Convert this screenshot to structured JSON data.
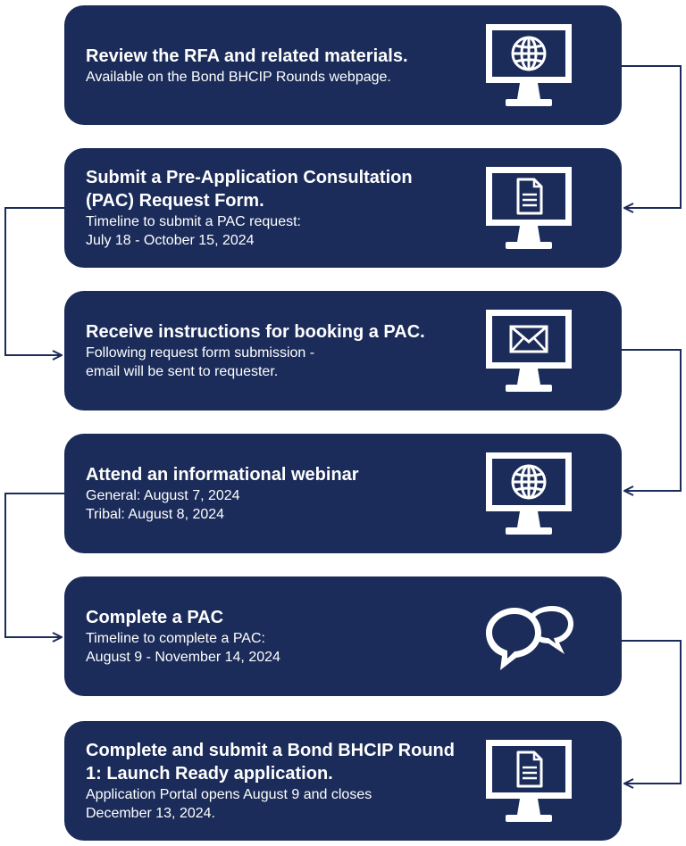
{
  "steps": [
    {
      "title": "Review the RFA and related materials.",
      "desc": [
        "Available on the Bond BHCIP Rounds webpage."
      ],
      "icon": "globe-monitor-icon"
    },
    {
      "title": "Submit a Pre-Application Consultation (PAC) Request Form.",
      "desc": [
        "Timeline to submit a PAC request:",
        "July 18 - October 15, 2024"
      ],
      "icon": "document-monitor-icon"
    },
    {
      "title": "Receive instructions for booking a PAC.",
      "desc": [
        "Following request form submission -",
        "email will be sent to requester."
      ],
      "icon": "envelope-monitor-icon"
    },
    {
      "title": "Attend an informational webinar",
      "desc": [
        "General: August 7, 2024",
        "Tribal: August 8, 2024"
      ],
      "icon": "globe-monitor-icon"
    },
    {
      "title": "Complete a PAC",
      "desc": [
        "Timeline to complete a PAC:",
        "August 9 - November 14, 2024"
      ],
      "icon": "chat-bubbles-icon"
    },
    {
      "title": "Complete and submit a Bond BHCIP Round 1: Launch Ready application.",
      "desc": [
        "Application Portal opens August 9 and closes",
        "December 13, 2024."
      ],
      "icon": "document-monitor-icon"
    }
  ],
  "colors": {
    "box": "#1b2c5a",
    "text": "#ffffff",
    "connector": "#1b2c5a",
    "background": "#ffffff"
  }
}
